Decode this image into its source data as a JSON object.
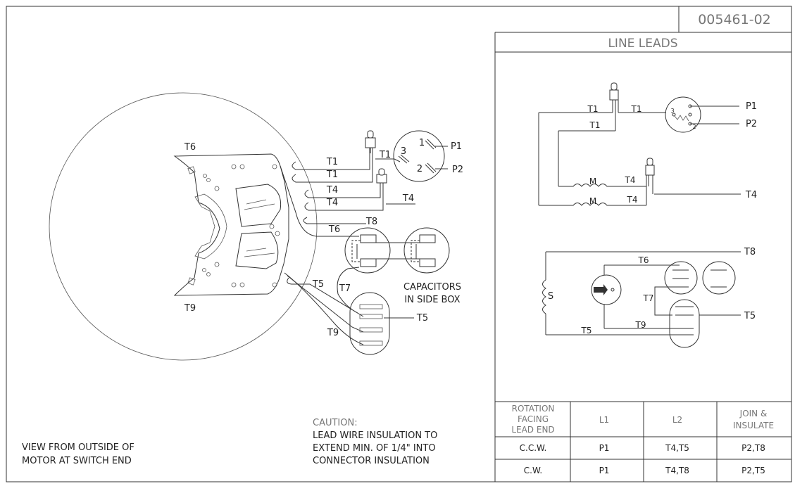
{
  "drawing_number": "005461-02",
  "line_leads_title": "LINE LEADS",
  "labels": {
    "t1": "T1",
    "t4": "T4",
    "t5": "T5",
    "t6": "T6",
    "t7": "T7",
    "t8": "T8",
    "t9": "T9",
    "p1": "P1",
    "p2": "P2",
    "m": "M",
    "s": "S",
    "num1": "1",
    "num2": "2",
    "num3": "3"
  },
  "capacitors_label": [
    "CAPACITORS",
    "IN SIDE BOX"
  ],
  "view_label": [
    "VIEW FROM OUTSIDE OF",
    "MOTOR AT SWITCH END"
  ],
  "caution": [
    "CAUTION:",
    "LEAD WIRE INSULATION TO",
    "EXTEND MIN. OF 1/4\" INTO",
    "CONNECTOR INSULATION"
  ],
  "table": {
    "header_rotation": [
      "ROTATION",
      "FACING",
      "LEAD END"
    ],
    "header_l1": "L1",
    "header_l2": "L2",
    "header_join": [
      "JOIN &",
      "INSULATE"
    ],
    "rows": [
      {
        "rotation": "C.C.W.",
        "l1": "P1",
        "l2": "T4,T5",
        "join": "P2,T8"
      },
      {
        "rotation": "C.W.",
        "l1": "P1",
        "l2": "T4,T8",
        "join": "P2,T5"
      }
    ]
  }
}
